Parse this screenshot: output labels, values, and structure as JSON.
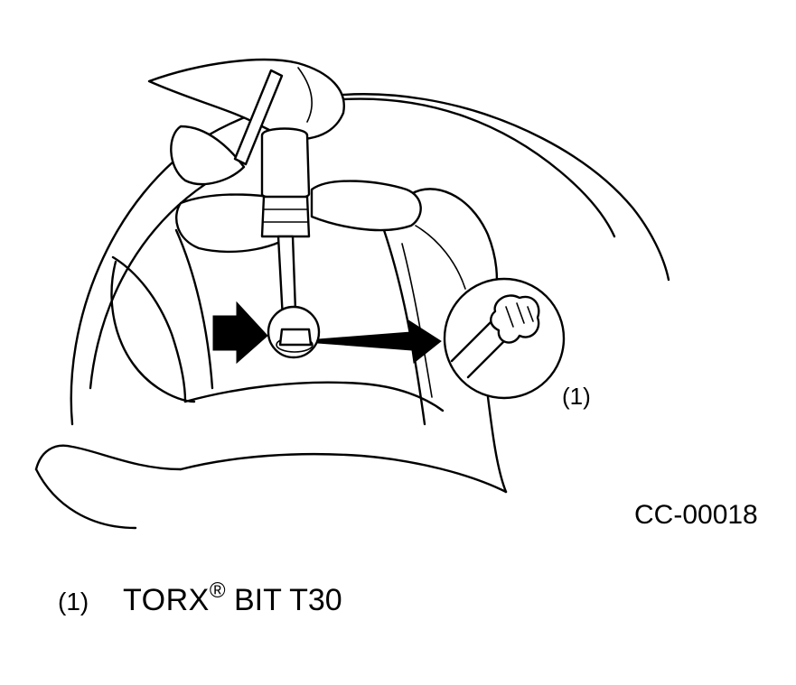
{
  "figure": {
    "callout_label": "(1)",
    "figure_code": "CC-00018"
  },
  "legend": {
    "key": "(1)",
    "name": "TORX",
    "registered_mark": "®",
    "rest": " BIT T30"
  },
  "icons": {
    "pointer_arrow": "solid-right-arrow",
    "leader_arrow": "tapered-leader-arrow",
    "bit_detail": "magnified-torx-bit-circle"
  },
  "colors": {
    "ink": "#000000",
    "paper": "#ffffff"
  }
}
